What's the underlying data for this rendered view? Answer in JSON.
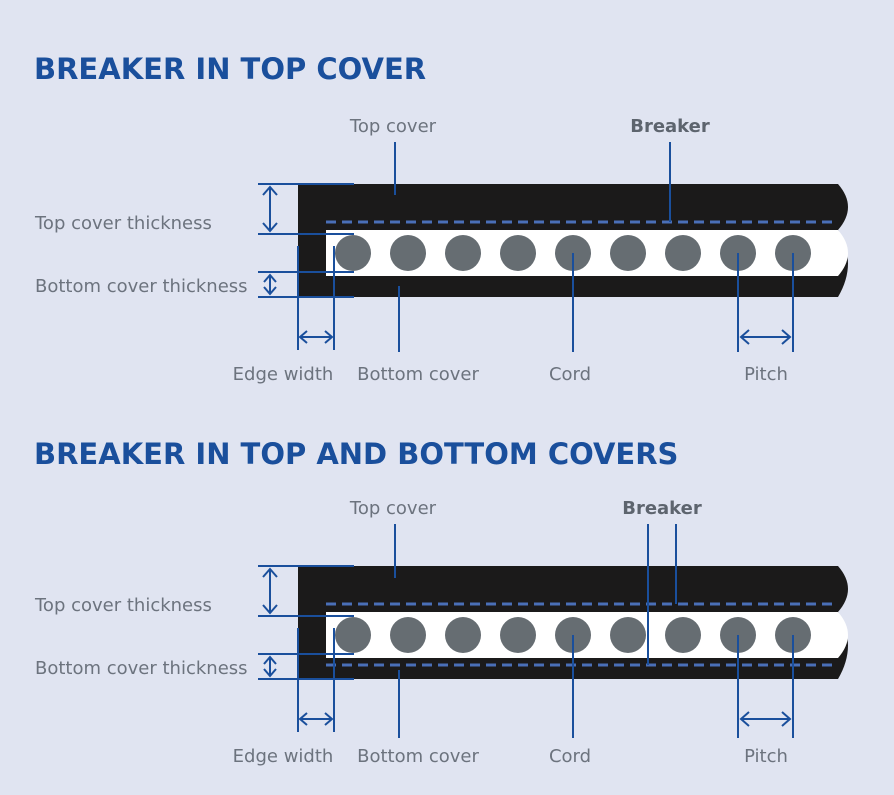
{
  "colors": {
    "background": "#e0e4f1",
    "heading": "#1a4f9c",
    "belt_body": "#1b1a1a",
    "cord_layer": "#ffffff",
    "cord": "#666d72",
    "breaker_dash": "#4a6fb7",
    "callout_line": "#1a4f9c",
    "label_text": "#6c737e"
  },
  "diagrams": [
    {
      "title": "BREAKER IN TOP COVER",
      "labels": {
        "top_cover": "Top cover",
        "breaker": "Breaker",
        "top_cover_thickness": "Top cover thickness",
        "bottom_cover_thickness": "Bottom cover thickness",
        "edge_width": "Edge width",
        "bottom_cover": "Bottom cover",
        "cord": "Cord",
        "pitch": "Pitch"
      },
      "breaker_layers": [
        "top"
      ],
      "cord_count": 9
    },
    {
      "title": "BREAKER IN TOP AND BOTTOM COVERS",
      "labels": {
        "top_cover": "Top cover",
        "breaker": "Breaker",
        "top_cover_thickness": "Top cover thickness",
        "bottom_cover_thickness": "Bottom cover thickness",
        "edge_width": "Edge width",
        "bottom_cover": "Bottom cover",
        "cord": "Cord",
        "pitch": "Pitch"
      },
      "breaker_layers": [
        "top",
        "bottom"
      ],
      "cord_count": 9
    }
  ]
}
